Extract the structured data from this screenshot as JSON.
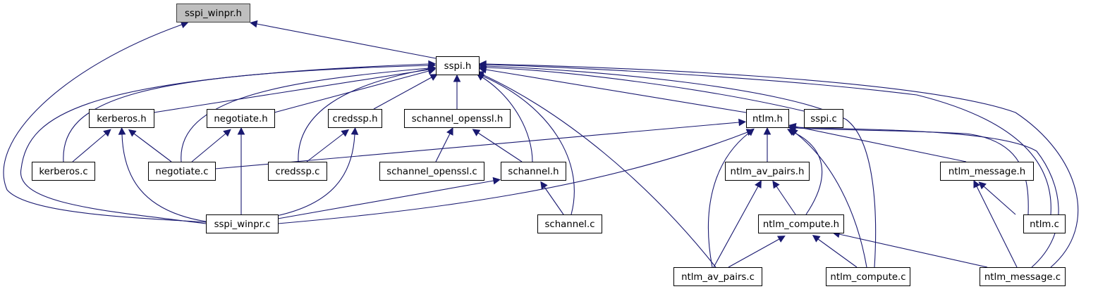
{
  "graph": {
    "title": "sspi_winpr.h include dependency graph",
    "root": "sspi_winpr.h",
    "colors": {
      "edge": "#191970",
      "root_fill": "#bfbfbf",
      "node_fill": "#ffffff",
      "node_border": "#000000"
    },
    "nodes": [
      {
        "id": "sspi_winpr_h",
        "label": "sspi_winpr.h",
        "root": true
      },
      {
        "id": "sspi_h",
        "label": "sspi.h"
      },
      {
        "id": "kerberos_h",
        "label": "kerberos.h"
      },
      {
        "id": "negotiate_h",
        "label": "negotiate.h"
      },
      {
        "id": "credssp_h",
        "label": "credssp.h"
      },
      {
        "id": "schannel_openssl_h",
        "label": "schannel_openssl.h"
      },
      {
        "id": "ntlm_h",
        "label": "ntlm.h"
      },
      {
        "id": "sspi_c",
        "label": "sspi.c"
      },
      {
        "id": "kerberos_c",
        "label": "kerberos.c"
      },
      {
        "id": "negotiate_c",
        "label": "negotiate.c"
      },
      {
        "id": "credssp_c",
        "label": "credssp.c"
      },
      {
        "id": "schannel_openssl_c",
        "label": "schannel_openssl.c"
      },
      {
        "id": "schannel_h",
        "label": "schannel.h"
      },
      {
        "id": "ntlm_av_pairs_h",
        "label": "ntlm_av_pairs.h"
      },
      {
        "id": "ntlm_message_h",
        "label": "ntlm_message.h"
      },
      {
        "id": "sspi_winpr_c",
        "label": "sspi_winpr.c"
      },
      {
        "id": "schannel_c",
        "label": "schannel.c"
      },
      {
        "id": "ntlm_compute_h",
        "label": "ntlm_compute.h"
      },
      {
        "id": "ntlm_c",
        "label": "ntlm.c"
      },
      {
        "id": "ntlm_av_pairs_c",
        "label": "ntlm_av_pairs.c"
      },
      {
        "id": "ntlm_compute_c",
        "label": "ntlm_compute.c"
      },
      {
        "id": "ntlm_message_c",
        "label": "ntlm_message.c"
      }
    ],
    "edges": [
      {
        "from": "sspi_h",
        "to": "sspi_winpr_h"
      },
      {
        "from": "sspi_winpr_c",
        "to": "sspi_winpr_h"
      },
      {
        "from": "kerberos_h",
        "to": "sspi_h"
      },
      {
        "from": "negotiate_h",
        "to": "sspi_h"
      },
      {
        "from": "credssp_h",
        "to": "sspi_h"
      },
      {
        "from": "schannel_openssl_h",
        "to": "sspi_h"
      },
      {
        "from": "ntlm_h",
        "to": "sspi_h"
      },
      {
        "from": "sspi_c",
        "to": "sspi_h"
      },
      {
        "from": "kerberos_c",
        "to": "sspi_h"
      },
      {
        "from": "negotiate_c",
        "to": "sspi_h"
      },
      {
        "from": "credssp_c",
        "to": "sspi_h"
      },
      {
        "from": "schannel_h",
        "to": "sspi_h"
      },
      {
        "from": "sspi_winpr_c",
        "to": "sspi_h"
      },
      {
        "from": "schannel_c",
        "to": "sspi_h"
      },
      {
        "from": "ntlm_c",
        "to": "sspi_h"
      },
      {
        "from": "ntlm_av_pairs_c",
        "to": "sspi_h"
      },
      {
        "from": "ntlm_compute_c",
        "to": "sspi_h"
      },
      {
        "from": "ntlm_message_c",
        "to": "sspi_h"
      },
      {
        "from": "kerberos_c",
        "to": "kerberos_h"
      },
      {
        "from": "negotiate_c",
        "to": "kerberos_h"
      },
      {
        "from": "sspi_winpr_c",
        "to": "kerberos_h"
      },
      {
        "from": "negotiate_c",
        "to": "negotiate_h"
      },
      {
        "from": "sspi_winpr_c",
        "to": "negotiate_h"
      },
      {
        "from": "credssp_c",
        "to": "credssp_h"
      },
      {
        "from": "sspi_winpr_c",
        "to": "credssp_h"
      },
      {
        "from": "schannel_openssl_c",
        "to": "schannel_openssl_h"
      },
      {
        "from": "schannel_h",
        "to": "schannel_openssl_h"
      },
      {
        "from": "sspi_winpr_c",
        "to": "schannel_h"
      },
      {
        "from": "schannel_c",
        "to": "schannel_h"
      },
      {
        "from": "negotiate_c",
        "to": "ntlm_h"
      },
      {
        "from": "sspi_winpr_c",
        "to": "ntlm_h"
      },
      {
        "from": "ntlm_av_pairs_h",
        "to": "ntlm_h"
      },
      {
        "from": "ntlm_message_h",
        "to": "ntlm_h"
      },
      {
        "from": "ntlm_compute_h",
        "to": "ntlm_h"
      },
      {
        "from": "ntlm_c",
        "to": "ntlm_h"
      },
      {
        "from": "ntlm_av_pairs_c",
        "to": "ntlm_h"
      },
      {
        "from": "ntlm_compute_c",
        "to": "ntlm_h"
      },
      {
        "from": "ntlm_message_c",
        "to": "ntlm_h"
      },
      {
        "from": "ntlm_compute_h",
        "to": "ntlm_av_pairs_h"
      },
      {
        "from": "ntlm_av_pairs_c",
        "to": "ntlm_av_pairs_h"
      },
      {
        "from": "ntlm_av_pairs_c",
        "to": "ntlm_compute_h"
      },
      {
        "from": "ntlm_compute_c",
        "to": "ntlm_compute_h"
      },
      {
        "from": "ntlm_message_c",
        "to": "ntlm_compute_h"
      },
      {
        "from": "ntlm_c",
        "to": "ntlm_message_h"
      },
      {
        "from": "ntlm_message_c",
        "to": "ntlm_message_h"
      }
    ]
  }
}
